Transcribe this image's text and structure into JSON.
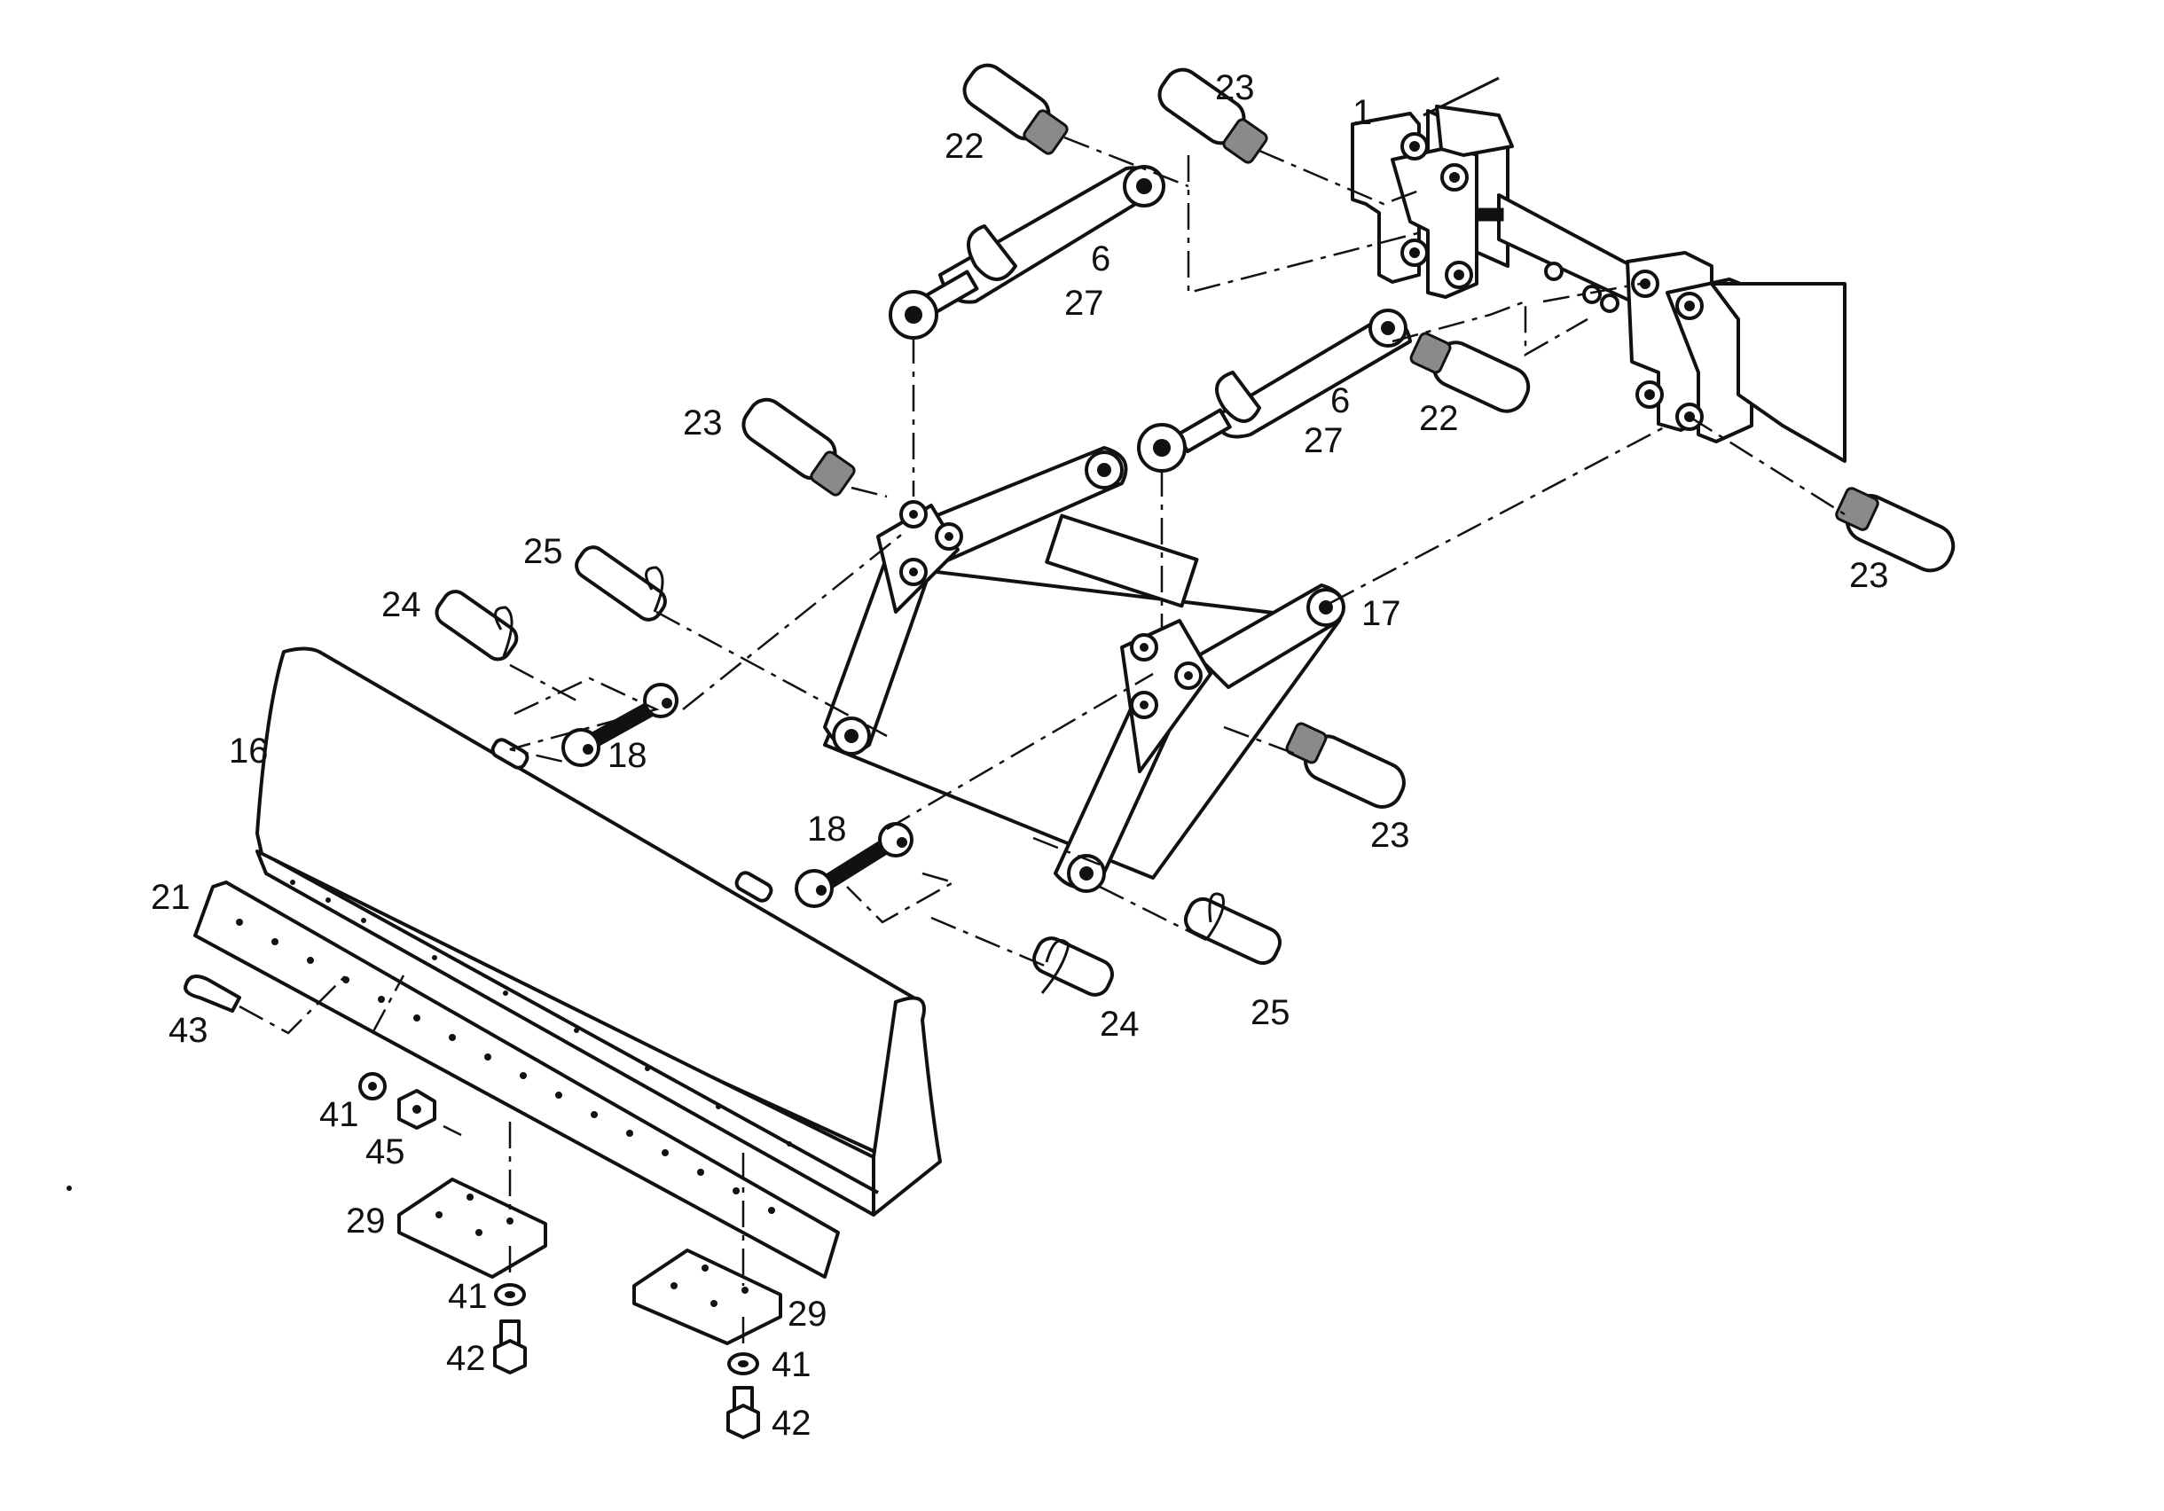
{
  "diagram": {
    "labels": [
      {
        "id": "l1",
        "text": "1",
        "part": "mounting-bracket"
      },
      {
        "id": "l6a",
        "text": "6",
        "part": "hydraulic-cylinder-upper"
      },
      {
        "id": "l27a",
        "text": "27",
        "part": "hydraulic-cylinder-upper"
      },
      {
        "id": "l6b",
        "text": "6",
        "part": "hydraulic-cylinder-lower"
      },
      {
        "id": "l27b",
        "text": "27",
        "part": "hydraulic-cylinder-lower"
      },
      {
        "id": "l22a",
        "text": "22",
        "part": "pin"
      },
      {
        "id": "l22b",
        "text": "22",
        "part": "pin"
      },
      {
        "id": "l23a",
        "text": "23",
        "part": "pin"
      },
      {
        "id": "l23b",
        "text": "23",
        "part": "pin"
      },
      {
        "id": "l23c",
        "text": "23",
        "part": "pin"
      },
      {
        "id": "l23d",
        "text": "23",
        "part": "pin"
      },
      {
        "id": "l17",
        "text": "17",
        "part": "push-frame"
      },
      {
        "id": "l25a",
        "text": "25",
        "part": "pin-with-clip"
      },
      {
        "id": "l25b",
        "text": "25",
        "part": "pin-with-clip"
      },
      {
        "id": "l24a",
        "text": "24",
        "part": "pin-with-clip"
      },
      {
        "id": "l24b",
        "text": "24",
        "part": "pin-with-clip"
      },
      {
        "id": "l18a",
        "text": "18",
        "part": "link"
      },
      {
        "id": "l18b",
        "text": "18",
        "part": "link"
      },
      {
        "id": "l16",
        "text": "16",
        "part": "blade"
      },
      {
        "id": "l21",
        "text": "21",
        "part": "cutting-edge"
      },
      {
        "id": "l43",
        "text": "43",
        "part": "plow-bolt"
      },
      {
        "id": "l41a",
        "text": "41",
        "part": "washer"
      },
      {
        "id": "l45",
        "text": "45",
        "part": "nut"
      },
      {
        "id": "l29a",
        "text": "29",
        "part": "skid-shoe"
      },
      {
        "id": "l29b",
        "text": "29",
        "part": "skid-shoe"
      },
      {
        "id": "l41b",
        "text": "41",
        "part": "washer"
      },
      {
        "id": "l41c",
        "text": "41",
        "part": "washer"
      },
      {
        "id": "l42a",
        "text": "42",
        "part": "bolt"
      },
      {
        "id": "l42b",
        "text": "42",
        "part": "bolt"
      }
    ]
  }
}
